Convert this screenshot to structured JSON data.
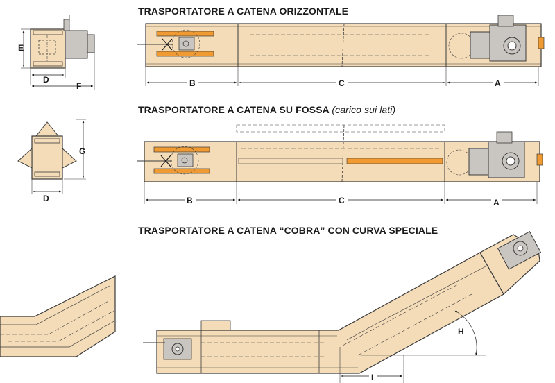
{
  "titles": {
    "horizontal": "TRASPORTATORE A CATENA ORIZZONTALE",
    "pit_main": "TRASPORTATORE A CATENA SU FOSSA",
    "pit_note": "(carico sui lati)",
    "cobra": "TRASPORTATORE A CATENA “COBRA” CON CURVA SPECIALE"
  },
  "dimensions": {
    "A": "A",
    "B": "B",
    "C": "C",
    "D": "D",
    "E": "E",
    "F": "F",
    "G": "G",
    "H": "H",
    "I": "I"
  },
  "colors": {
    "body": "#f4dcb9",
    "outline": "#3a3a3a",
    "accent": "#ef9a33",
    "motor": "#c9c5c0",
    "text": "#1a1a1a"
  }
}
